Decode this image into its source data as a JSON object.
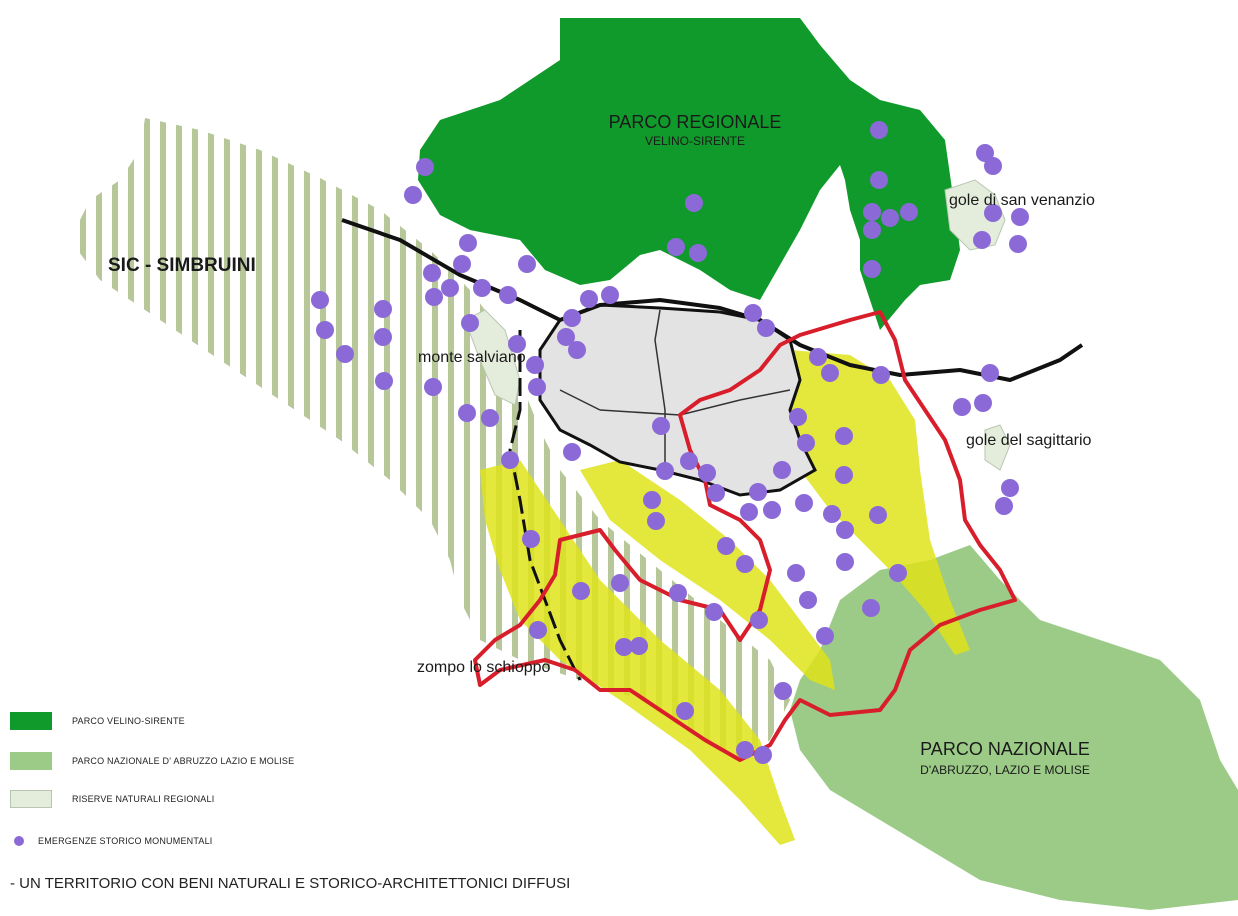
{
  "map": {
    "labels": {
      "parco_regionale_title": "PARCO REGIONALE",
      "parco_regionale_sub": "VELINO-SIRENTE",
      "sic": "SIC - SIMBRUINI",
      "gole_san_venanzio": "gole di san venanzio",
      "monte_salviano": "monte salviano",
      "gole_sagittario": "gole del sagittario",
      "zompo": "zompo lo schioppo",
      "parco_nazionale_title": "PARCO NAZIONALE",
      "parco_nazionale_sub": "D'ABRUZZO, LAZIO E MOLISE"
    },
    "colors": {
      "velino_sirente": "#0f9a2b",
      "parco_nazionale": "#9bcb86",
      "riserve": "#e4ecdc",
      "yellow_zone": "#dfe31a",
      "boundary_red": "#d81e2b",
      "poi_dot": "#8b6ad8",
      "urban_area": "#e3e3e3"
    }
  },
  "legend": [
    {
      "swatch": "dark",
      "label": "PARCO VELINO-SIRENTE"
    },
    {
      "swatch": "light",
      "label": "PARCO NAZIONALE D' ABRUZZO LAZIO E MOLISE"
    },
    {
      "swatch": "reserve",
      "label": "RISERVE NATURALI REGIONALI"
    },
    {
      "swatch": "dot",
      "label": "EMERGENZE STORICO MONUMENTALI"
    }
  ],
  "caption": "- UN TERRITORIO CON BENI NATURALI E STORICO-ARCHITETTONICI DIFFUSI"
}
